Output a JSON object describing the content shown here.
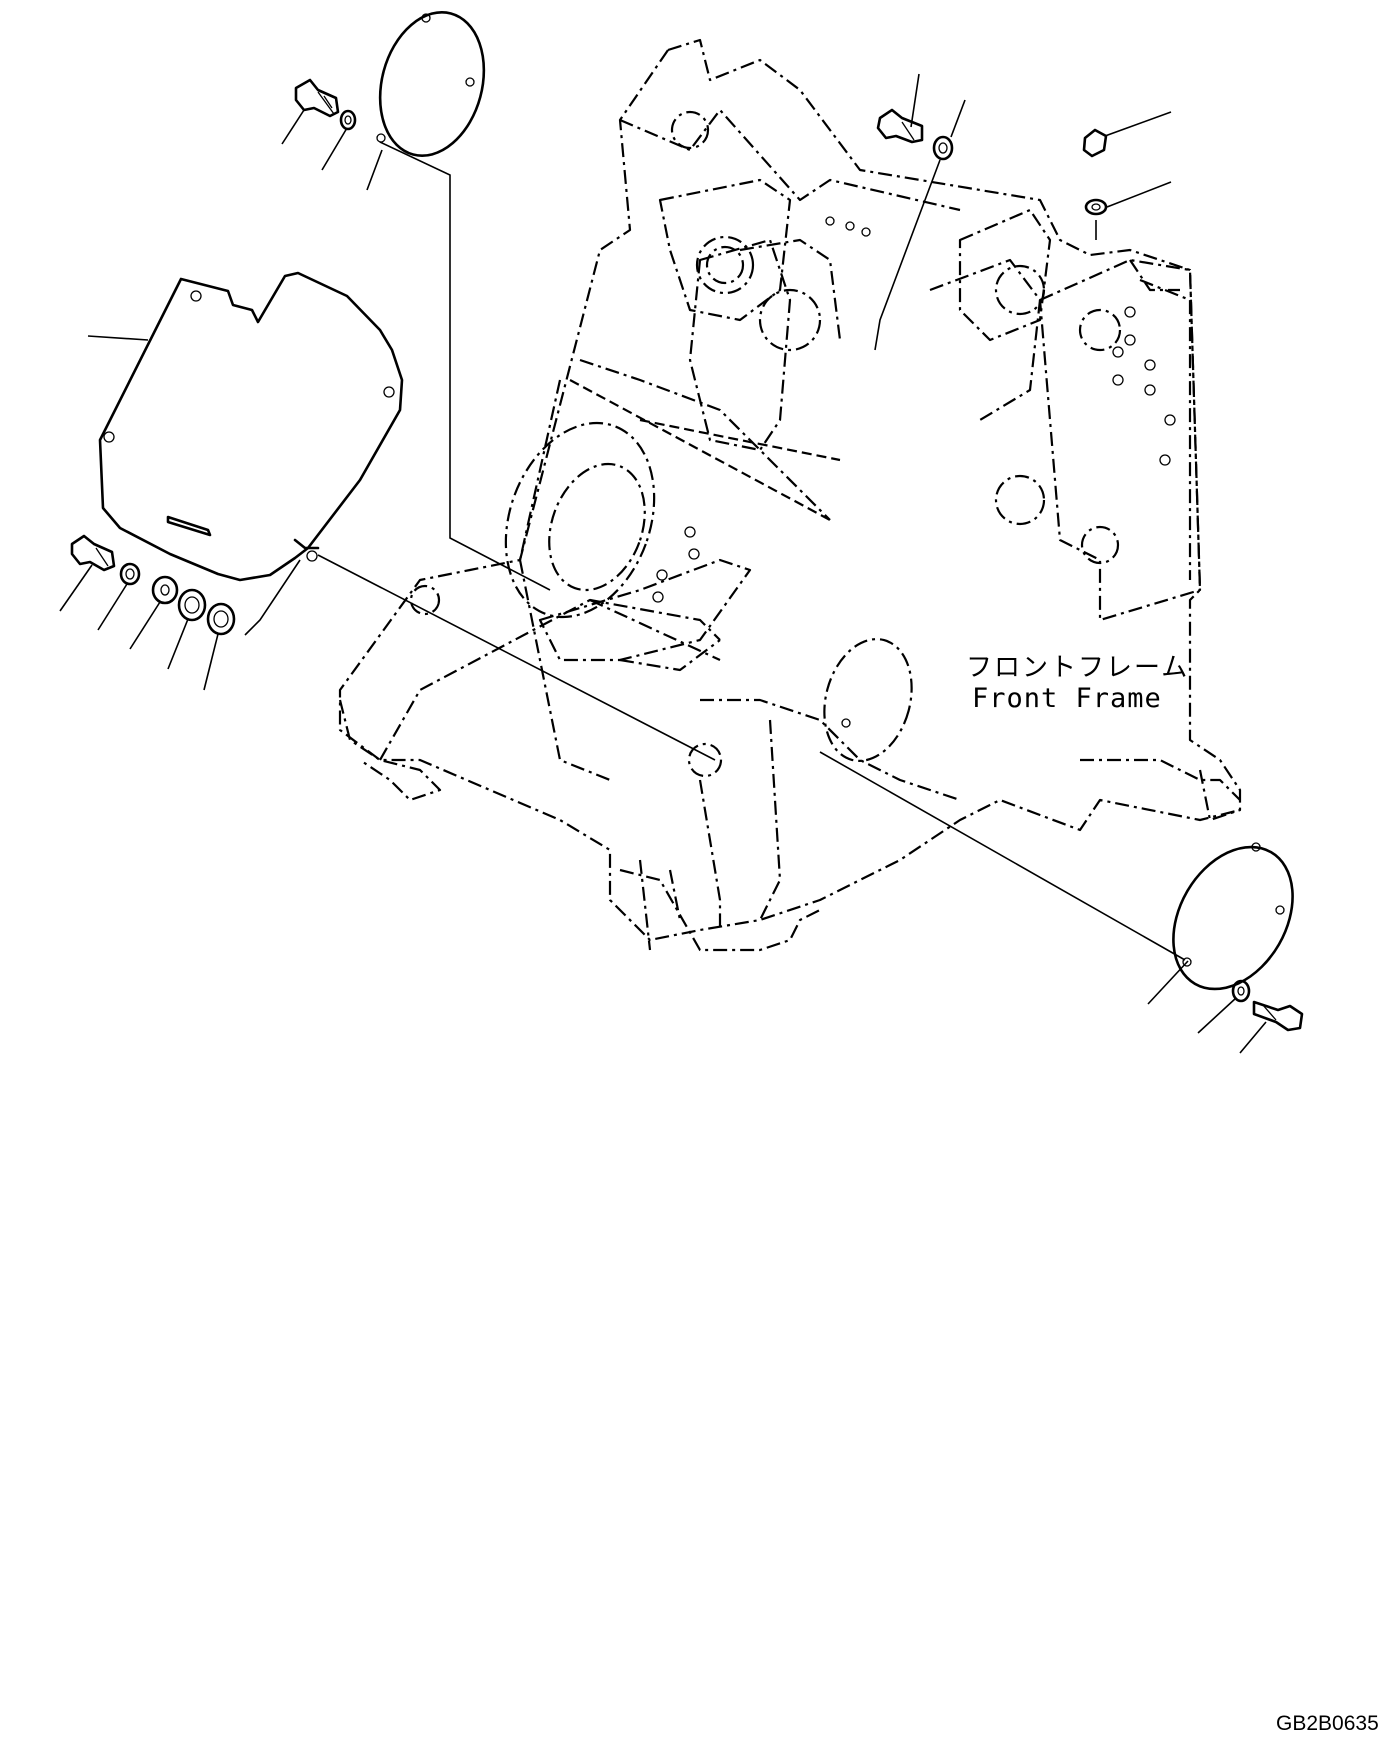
{
  "labels": {
    "part_name_jp": "フロントフレーム",
    "part_name_en": "Front Frame"
  },
  "drawing_code": "GB2B0635"
}
